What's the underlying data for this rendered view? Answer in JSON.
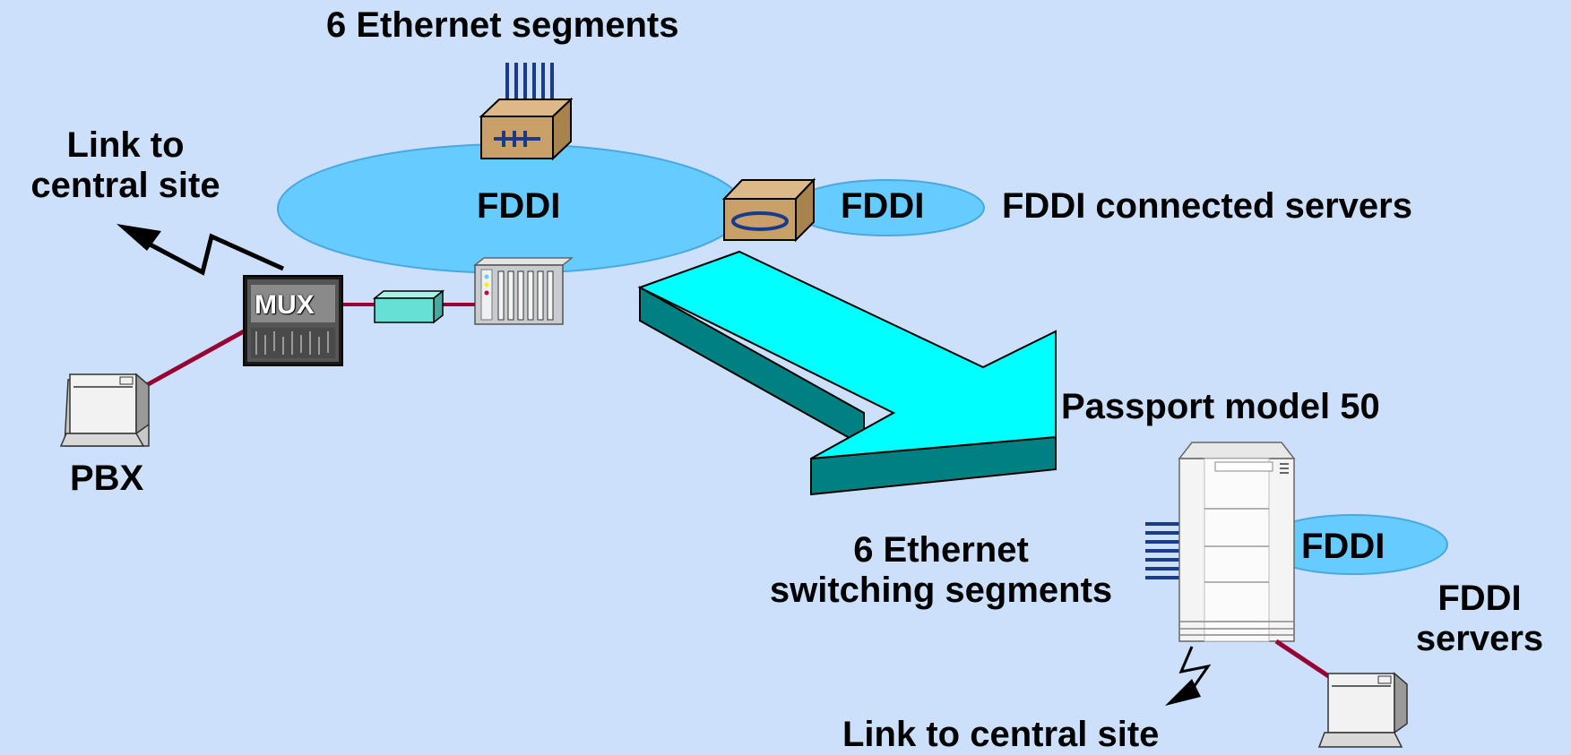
{
  "labels": {
    "top_ethernet": "6 Ethernet segments",
    "link_central_left_line1": "Link to",
    "link_central_left_line2": "central site",
    "fddi_ring_main": "FDDI",
    "fddi_ring_small": "FDDI",
    "fddi_connected_servers": "FDDI connected servers",
    "mux": "MUX",
    "pbx": "PBX",
    "passport_model": "Passport model 50",
    "ethernet_switching_line1": "6 Ethernet",
    "ethernet_switching_line2": "switching segments",
    "fddi_ring_right": "FDDI",
    "fddi_servers_line1": "FDDI",
    "fddi_servers_line2": "servers",
    "link_central_bottom": "Link to central site"
  },
  "colors": {
    "background": "#cce0fc",
    "fddi_ring": "#66ccff",
    "arrow_top": "#00ffff",
    "arrow_side": "#008080",
    "link_line": "#990033",
    "bridge_box": "#c8a068",
    "port_lines": "#1a3a8c"
  },
  "icons": [
    "bridge-icon",
    "router-icon",
    "concentrator-icon",
    "mux-icon",
    "pbx-terminal-icon",
    "server-tower-icon",
    "lightning-link-icon",
    "transition-arrow-icon"
  ]
}
